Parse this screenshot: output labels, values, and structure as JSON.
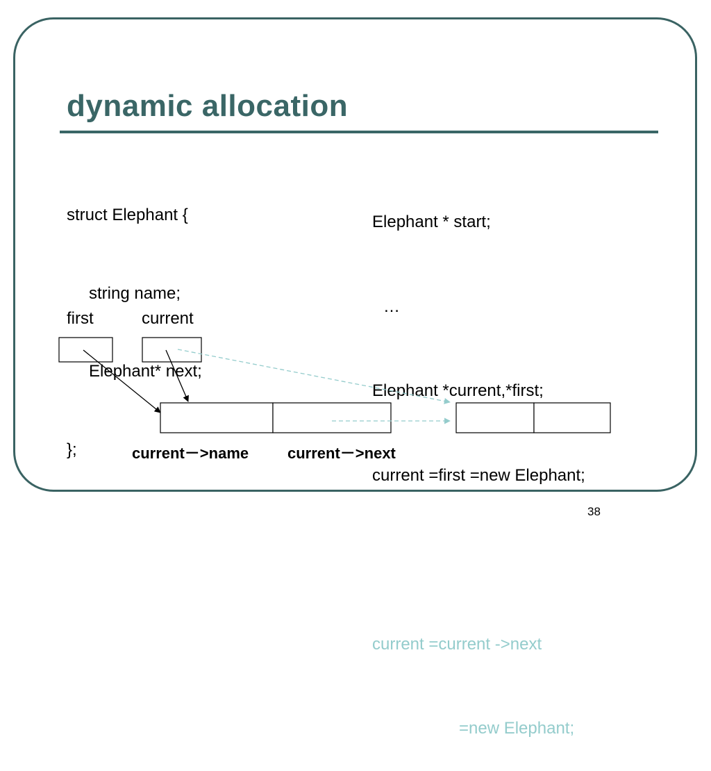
{
  "slide": {
    "title": "dynamic allocation",
    "page_number": "38",
    "colors": {
      "accent": "#3a6666",
      "highlight": "#94cccc"
    }
  },
  "left_code": [
    "struct Elephant {",
    "string name;",
    "Elephant* next;",
    "};"
  ],
  "right_code": {
    "lines": [
      "Elephant * start;",
      "…",
      "Elephant *current,*first;",
      "current =first =new Elephant;"
    ],
    "highlighted": [
      "current =current ->next",
      "=new Elephant;"
    ]
  },
  "diagram": {
    "first_label": "first",
    "current_label": "current",
    "name_field_label": "current－>name",
    "next_field_label": "current－>next"
  }
}
